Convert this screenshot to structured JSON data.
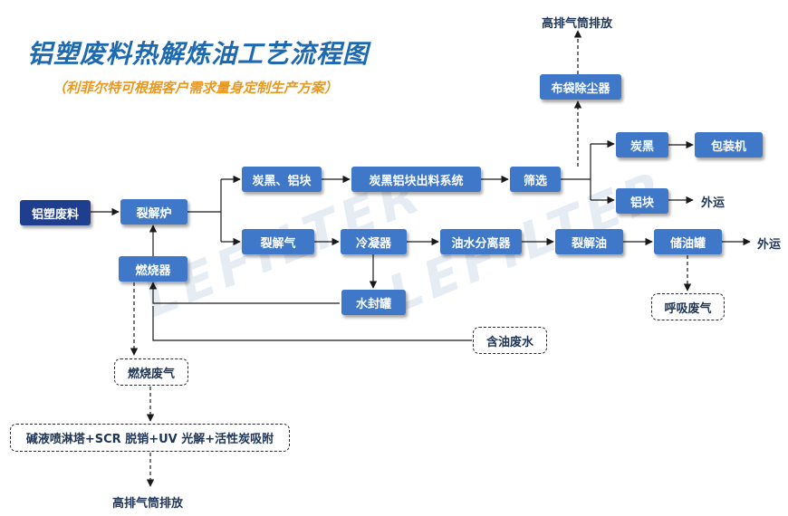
{
  "title": "铝塑废料热解炼油工艺流程图",
  "subtitle": "（利菲尔特可根据客户需求量身定制生产方案）",
  "watermark": "LEFILTER",
  "colors": {
    "node": "#3f77c9",
    "node_dark": "#1f3f8e",
    "title": "#1d6ab0",
    "subtitle": "#e8981f",
    "line": "#1a1a1a"
  },
  "nodes": {
    "feed": "铝塑废料",
    "pyrolysis_furnace": "裂解炉",
    "burner": "燃烧器",
    "carbon_al": "炭黑、铝块",
    "discharge_system": "炭黑铝块出料系统",
    "screening": "筛选",
    "carbon_black": "炭黑",
    "packing_machine": "包装机",
    "al_block": "铝块",
    "bag_filter": "布袋除尘器",
    "pyrolysis_gas": "裂解气",
    "condenser": "冷凝器",
    "oil_water_separator": "油水分离器",
    "pyrolysis_oil": "裂解油",
    "oil_tank": "储油罐",
    "water_seal_tank": "水封罐"
  },
  "dashed_nodes": {
    "breathing_gas": "呼吸废气",
    "oily_wastewater": "含油废水",
    "combustion_gas": "燃烧废气",
    "treatment": "碱液喷淋塔+SCR 脱销+UV 光解+活性炭吸附"
  },
  "labels": {
    "stack_top": "高排气筒排放",
    "stack_bottom": "高排气筒排放",
    "export_al": "外运",
    "export_oil": "外运"
  }
}
